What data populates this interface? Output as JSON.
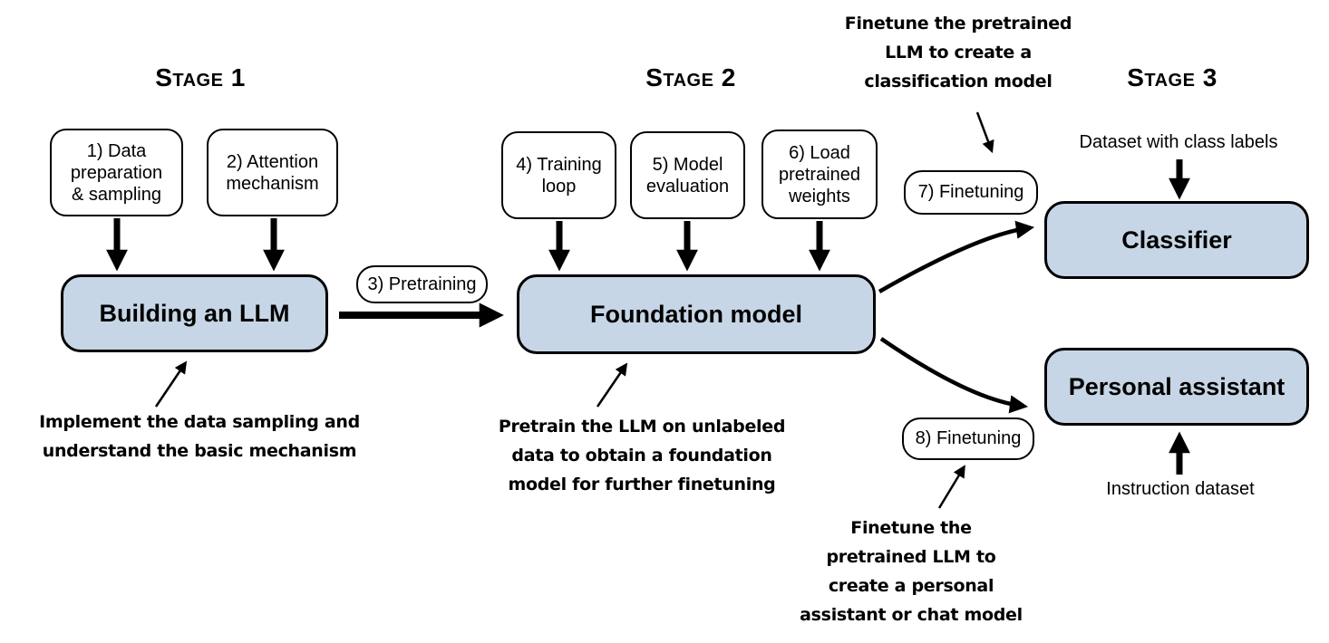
{
  "colors": {
    "model_box_fill": "#c7d6e6",
    "border": "#000000",
    "background": "#ffffff"
  },
  "stages": {
    "stage1": "Stage 1",
    "stage2": "Stage 2",
    "stage3": "Stage 3"
  },
  "steps": {
    "step1": "1) Data\npreparation\n& sampling",
    "step2": "2) Attention\nmechanism",
    "step3": "3) Pretraining",
    "step4": "4) Training\nloop",
    "step5": "5) Model\nevaluation",
    "step6": "6) Load\npretrained\nweights",
    "step7": "7) Finetuning",
    "step8": "8) Finetuning"
  },
  "models": {
    "building": "Building an LLM",
    "foundation": "Foundation model",
    "classifier": "Classifier",
    "assistant": "Personal assistant"
  },
  "notes": {
    "stage1": "Implement the data sampling and\nunderstand the basic mechanism",
    "stage2": "Pretrain the LLM on unlabeled\ndata to obtain a foundation\nmodel for further finetuning",
    "classification": "Finetune the pretrained\nLLM to create a\nclassification model",
    "assistant": "Finetune the\npretrained LLM to\ncreate a personal\nassistant or chat model"
  },
  "labels": {
    "class_dataset": "Dataset with class labels",
    "instruction_dataset": "Instruction dataset"
  }
}
